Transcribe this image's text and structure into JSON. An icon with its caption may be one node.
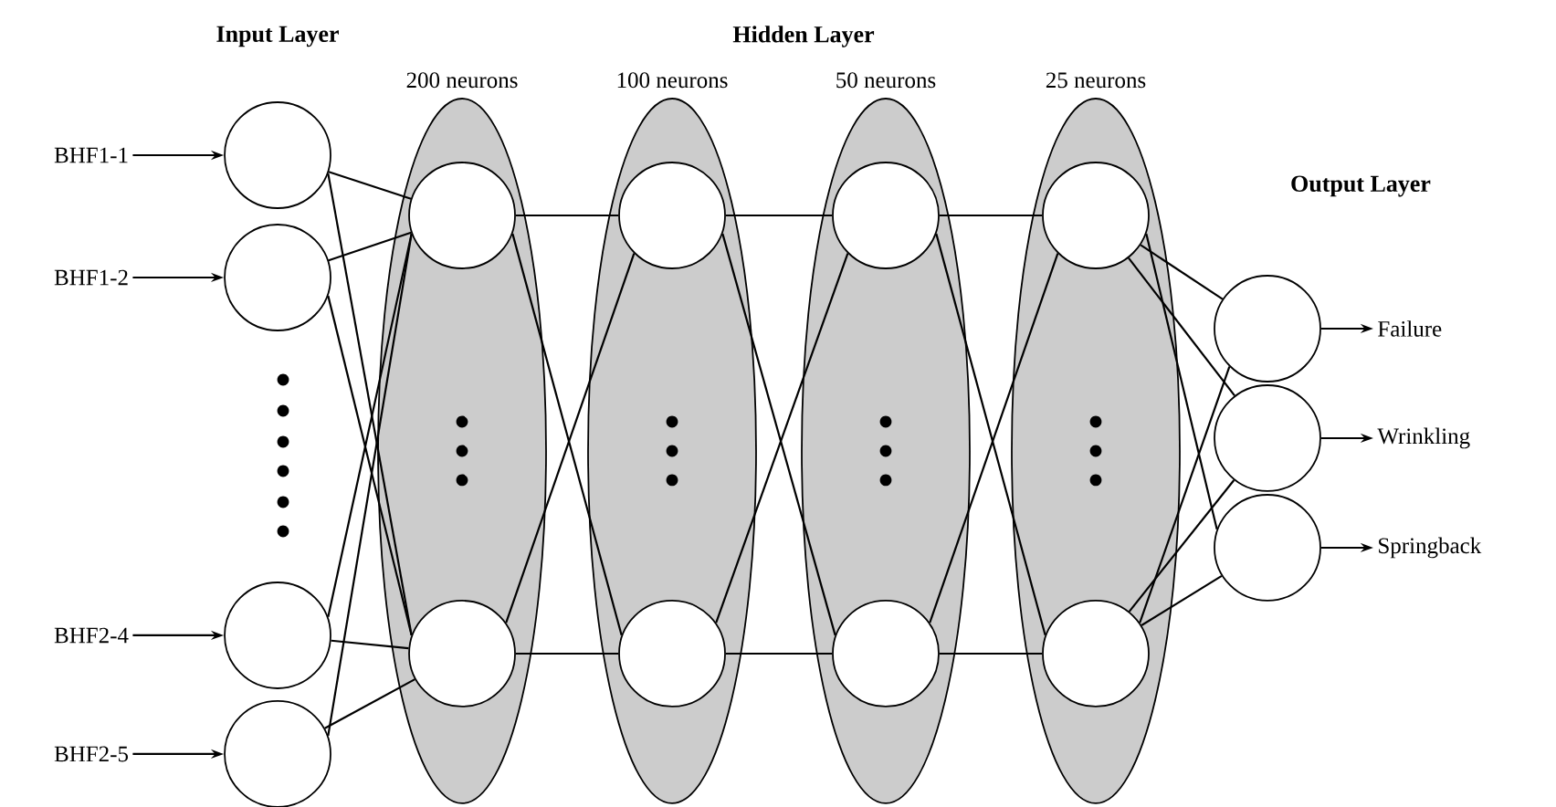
{
  "diagram": {
    "nodes": [
      {
        "text": [
          "BHF1-1"
        ]
      },
      {
        "text": [
          "BHF1-2"
        ]
      },
      {
        "text": [
          "BHF2-4"
        ]
      },
      {
        "text": [
          "BHF2-5"
        ]
      },
      {
        "text": [],
        "shape": "circle"
      },
      {
        "text": [],
        "shape": "circle"
      },
      {
        "text": [],
        "shape": "circle"
      },
      {
        "text": [],
        "shape": "circle"
      },
      {
        "text": [
          "200 neurons"
        ]
      },
      {
        "text": [],
        "shape": "circle",
        "in": 8
      },
      {
        "text": [],
        "shape": "circle",
        "in": 8
      },
      {
        "text": [
          "100 neurons"
        ]
      },
      {
        "text": [],
        "shape": "circle",
        "in": 11
      },
      {
        "text": [],
        "shape": "circle",
        "in": 11
      },
      {
        "text": [
          "50 neurons"
        ]
      },
      {
        "text": [],
        "shape": "circle",
        "in": 14
      },
      {
        "text": [],
        "shape": "circle",
        "in": 14
      },
      {
        "text": [
          "25 neurons"
        ]
      },
      {
        "text": [],
        "shape": "circle",
        "in": 17
      },
      {
        "text": [],
        "shape": "circle",
        "in": 17
      },
      {
        "text": [],
        "shape": "circle"
      },
      {
        "text": [],
        "shape": "circle"
      },
      {
        "text": [],
        "shape": "circle"
      },
      {
        "text": [
          "Failure"
        ]
      },
      {
        "text": [
          "Wrinkling"
        ]
      },
      {
        "text": [
          "Springback"
        ]
      }
    ],
    "edges": [
      {
        "from": 0,
        "to": 4,
        "arrow": "to"
      },
      {
        "from": 1,
        "to": 5,
        "arrow": "to"
      },
      {
        "from": 2,
        "to": 6,
        "arrow": "to"
      },
      {
        "from": 3,
        "to": 7,
        "arrow": "to"
      },
      {
        "from": 4,
        "to": 9,
        "arrow": "none"
      },
      {
        "from": 4,
        "to": 10,
        "arrow": "none"
      },
      {
        "from": 5,
        "to": 9,
        "arrow": "none"
      },
      {
        "from": 5,
        "to": 10,
        "arrow": "none"
      },
      {
        "from": 6,
        "to": 9,
        "arrow": "none"
      },
      {
        "from": 6,
        "to": 10,
        "arrow": "none"
      },
      {
        "from": 7,
        "to": 9,
        "arrow": "none"
      },
      {
        "from": 7,
        "to": 10,
        "arrow": "none"
      },
      {
        "from": 9,
        "to": 12,
        "arrow": "none"
      },
      {
        "from": 9,
        "to": 13,
        "arrow": "none"
      },
      {
        "from": 10,
        "to": 12,
        "arrow": "none"
      },
      {
        "from": 10,
        "to": 13,
        "arrow": "none"
      },
      {
        "from": 12,
        "to": 15,
        "arrow": "none"
      },
      {
        "from": 12,
        "to": 16,
        "arrow": "none"
      },
      {
        "from": 13,
        "to": 15,
        "arrow": "none"
      },
      {
        "from": 13,
        "to": 16,
        "arrow": "none"
      },
      {
        "from": 15,
        "to": 18,
        "arrow": "none"
      },
      {
        "from": 15,
        "to": 19,
        "arrow": "none"
      },
      {
        "from": 16,
        "to": 18,
        "arrow": "none"
      },
      {
        "from": 16,
        "to": 19,
        "arrow": "none"
      },
      {
        "from": 18,
        "to": 20,
        "arrow": "none"
      },
      {
        "from": 18,
        "to": 21,
        "arrow": "none"
      },
      {
        "from": 18,
        "to": 22,
        "arrow": "none"
      },
      {
        "from": 19,
        "to": 20,
        "arrow": "none"
      },
      {
        "from": 19,
        "to": 21,
        "arrow": "none"
      },
      {
        "from": 19,
        "to": 22,
        "arrow": "none"
      },
      {
        "from": 20,
        "to": 23,
        "arrow": "to"
      },
      {
        "from": 21,
        "to": 24,
        "arrow": "to"
      },
      {
        "from": 22,
        "to": 25,
        "arrow": "to"
      }
    ],
    "labels": [
      "Input Layer",
      "Hidden Layer",
      "Output Layer"
    ]
  }
}
